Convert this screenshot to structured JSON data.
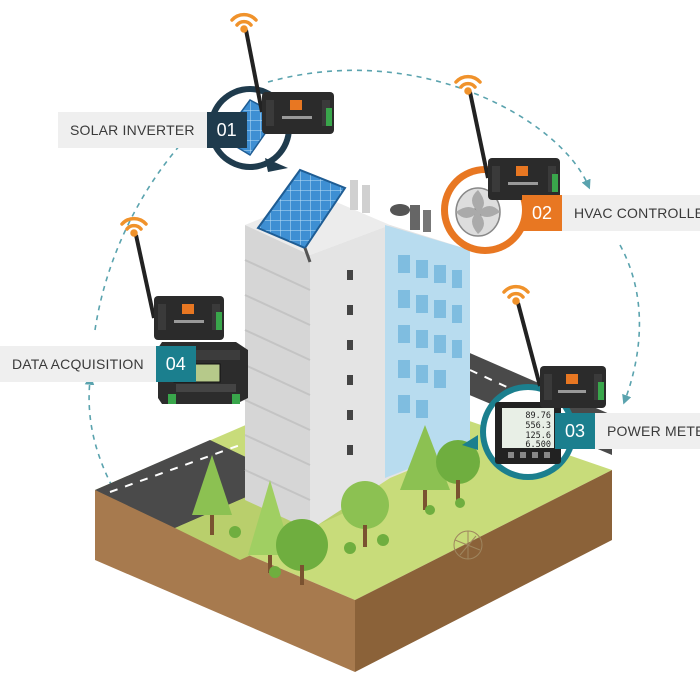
{
  "callouts": [
    {
      "id": "solar",
      "label": "SOLAR INVERTER",
      "number": "01",
      "color": "#1f3b4d"
    },
    {
      "id": "hvac",
      "label": "HVAC CONTROLLER",
      "number": "02",
      "color": "#e87722"
    },
    {
      "id": "meter",
      "label": "POWER METER",
      "number": "03",
      "color": "#1b7f8e"
    },
    {
      "id": "daq",
      "label": "DATA ACQUISITION",
      "number": "04",
      "color": "#1b7f8e"
    }
  ],
  "meter_readout": [
    "89.76",
    "556.3",
    "125.6",
    "6.500"
  ],
  "colors": {
    "wifi": "#f0922b",
    "dashed_ring": "#5aa3ae",
    "ground_grass": "#c8dc7a",
    "ground_soil": "#a77a4e",
    "road": "#4a4a4a",
    "building": "#d8d8d8",
    "glass": "#9ccde6",
    "tree": "#8cc152"
  },
  "icons": [
    "wifi-icon",
    "antenna-icon",
    "gateway-device-icon",
    "solar-panel-icon",
    "fan-icon",
    "power-meter-icon",
    "data-logger-icon",
    "tree-icon"
  ]
}
